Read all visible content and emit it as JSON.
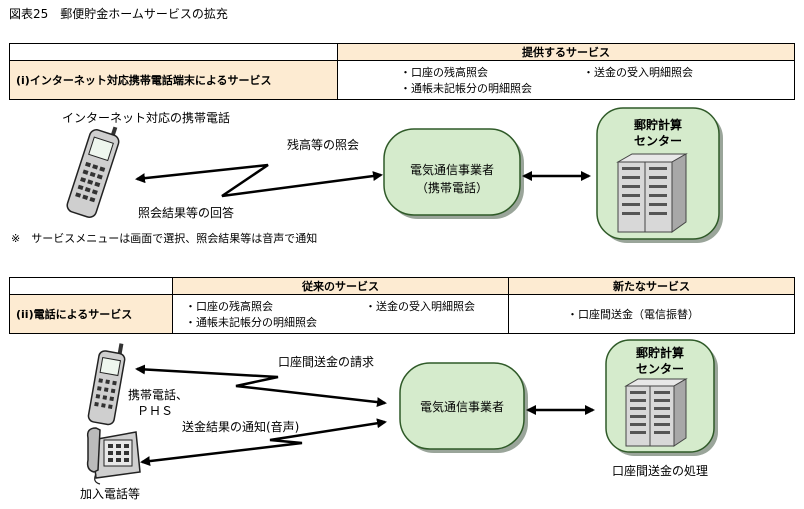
{
  "figure_title": "図表25　郵便貯金ホームサービスの拡充",
  "section1": {
    "header": "提供するサービス",
    "row_label": "(i)インターネット対応携帯電話端末によるサービス",
    "services": [
      "・口座の残高照会",
      "・送金の受入明細照会",
      "・通帳未記帳分の明細照会"
    ],
    "device_label": "インターネット対応の携帯電話",
    "arrow_top_label": "残高等の照会",
    "arrow_bottom_label": "照会結果等の回答",
    "carrier_label_line1": "電気通信事業者",
    "carrier_label_line2": "（携帯電話）",
    "center_label_line1": "郵貯計算",
    "center_label_line2": "センター",
    "note": "※　サービスメニューは画面で選択、照会結果等は音声で通知"
  },
  "section2": {
    "header_existing": "従来のサービス",
    "header_new": "新たなサービス",
    "row_label": "(ii)電話によるサービス",
    "existing_services": [
      "・口座の残高照会",
      "・送金の受入明細照会",
      "・通帳未記帳分の明細照会"
    ],
    "new_services": [
      "・口座間送金（電信振替）"
    ],
    "device_mobile_label_line1": "携帯電話、",
    "device_mobile_label_line2": "ＰＨＳ",
    "device_fixed_label": "加入電話等",
    "arrow_top_label": "口座間送金の請求",
    "arrow_bottom_label": "送金結果の通知(音声)",
    "carrier_label": "電気通信事業者",
    "center_label_line1": "郵貯計算",
    "center_label_line2": "センター",
    "center_caption": "口座間送金の処理"
  },
  "colors": {
    "header_fill": "#fdebd2",
    "node_fill": "#d5ebcc",
    "node_stroke": "#2f5a28"
  }
}
